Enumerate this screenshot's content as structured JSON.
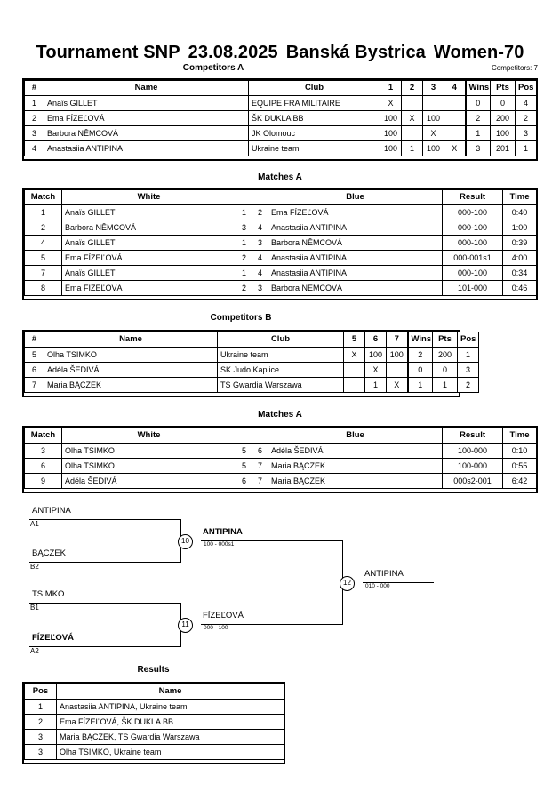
{
  "header": {
    "tournament": "Tournament SNP",
    "date": "23.08.2025",
    "city": "Banská Bystrica",
    "category": "Women-70",
    "competitors_label": "Competitors: 7"
  },
  "pool_a": {
    "title": "Competitors A",
    "columns": [
      "#",
      "Name",
      "Club",
      "1",
      "2",
      "3",
      "4",
      "Wins",
      "Pts",
      "Pos"
    ],
    "rows": [
      {
        "num": "1",
        "name": "Anaïs GILLET",
        "club": "EQUIPE FRA MILITAIRE",
        "m": [
          "X",
          "",
          "",
          ""
        ],
        "wins": "0",
        "pts": "0",
        "pos": "4"
      },
      {
        "num": "2",
        "name": "Ema FÍZEĽOVÁ",
        "club": "ŠK DUKLA BB",
        "m": [
          "100",
          "X",
          "100",
          ""
        ],
        "wins": "2",
        "pts": "200",
        "pos": "2"
      },
      {
        "num": "3",
        "name": "Barbora NĚMCOVÁ",
        "club": "JK Olomouc",
        "m": [
          "100",
          "",
          "X",
          ""
        ],
        "wins": "1",
        "pts": "100",
        "pos": "3"
      },
      {
        "num": "4",
        "name": "Anastasiia ANTIPINA",
        "club": "Ukraine team",
        "m": [
          "100",
          "1",
          "100",
          "X"
        ],
        "wins": "3",
        "pts": "201",
        "pos": "1"
      }
    ]
  },
  "matches_a": {
    "title": "Matches A",
    "columns": [
      "Match",
      "White",
      "",
      "",
      "Blue",
      "Result",
      "Time"
    ],
    "rows": [
      {
        "match": "1",
        "white": "Anaïs GILLET",
        "white_bold": false,
        "wnum": "1",
        "bnum": "2",
        "blue": "Ema FÍZEĽOVÁ",
        "blue_bold": true,
        "result": "000-100",
        "time": "0:40"
      },
      {
        "match": "2",
        "white": "Barbora NĚMCOVÁ",
        "white_bold": false,
        "wnum": "3",
        "bnum": "4",
        "blue": "Anastasiia ANTIPINA",
        "blue_bold": true,
        "result": "000-100",
        "time": "1:00"
      },
      {
        "match": "4",
        "white": "Anaïs GILLET",
        "white_bold": false,
        "wnum": "1",
        "bnum": "3",
        "blue": "Barbora NĚMCOVÁ",
        "blue_bold": true,
        "result": "000-100",
        "time": "0:39"
      },
      {
        "match": "5",
        "white": "Ema FÍZEĽOVÁ",
        "white_bold": false,
        "wnum": "2",
        "bnum": "4",
        "blue": "Anastasiia ANTIPINA",
        "blue_bold": true,
        "result": "000-001s1",
        "time": "4:00"
      },
      {
        "match": "7",
        "white": "Anaïs GILLET",
        "white_bold": false,
        "wnum": "1",
        "bnum": "4",
        "blue": "Anastasiia ANTIPINA",
        "blue_bold": true,
        "result": "000-100",
        "time": "0:34"
      },
      {
        "match": "8",
        "white": "Ema FÍZEĽOVÁ",
        "white_bold": true,
        "wnum": "2",
        "bnum": "3",
        "blue": "Barbora NĚMCOVÁ",
        "blue_bold": false,
        "result": "101-000",
        "time": "0:46"
      }
    ]
  },
  "pool_b": {
    "title": "Competitors B",
    "columns": [
      "#",
      "Name",
      "Club",
      "5",
      "6",
      "7",
      "Wins",
      "Pts",
      "Pos"
    ],
    "rows": [
      {
        "num": "5",
        "name": "Olha TSIMKO",
        "club": "Ukraine team",
        "m": [
          "X",
          "100",
          "100"
        ],
        "wins": "2",
        "pts": "200",
        "pos": "1"
      },
      {
        "num": "6",
        "name": "Adéla ŠEDIVÁ",
        "club": "SK Judo Kaplice",
        "m": [
          "",
          "X",
          ""
        ],
        "wins": "0",
        "pts": "0",
        "pos": "3"
      },
      {
        "num": "7",
        "name": "Maria BĄCZEK",
        "club": "TS Gwardia Warszawa",
        "m": [
          "",
          "1",
          "X"
        ],
        "wins": "1",
        "pts": "1",
        "pos": "2"
      }
    ]
  },
  "matches_b": {
    "title": "Matches A",
    "columns": [
      "Match",
      "White",
      "",
      "",
      "Blue",
      "Result",
      "Time"
    ],
    "rows": [
      {
        "match": "3",
        "white": "Olha TSIMKO",
        "white_bold": true,
        "wnum": "5",
        "bnum": "6",
        "blue": "Adéla ŠEDIVÁ",
        "blue_bold": false,
        "result": "100-000",
        "time": "0:10"
      },
      {
        "match": "6",
        "white": "Olha TSIMKO",
        "white_bold": true,
        "wnum": "5",
        "bnum": "7",
        "blue": "Maria BĄCZEK",
        "blue_bold": false,
        "result": "100-000",
        "time": "0:55"
      },
      {
        "match": "9",
        "white": "Adéla ŠEDIVÁ",
        "white_bold": false,
        "wnum": "6",
        "bnum": "7",
        "blue": "Maria BĄCZEK",
        "blue_bold": true,
        "result": "000s2-001",
        "time": "6:42"
      }
    ]
  },
  "bracket": {
    "seeds": [
      {
        "name": "ANTIPINA",
        "code": "A1",
        "bold": true
      },
      {
        "name": "BĄCZEK",
        "code": "B2",
        "bold": false
      },
      {
        "name": "TSIMKO",
        "code": "B1",
        "bold": false
      },
      {
        "name": "FÍZEĽOVÁ",
        "code": "A2",
        "bold": true
      }
    ],
    "semifinals": [
      {
        "node": "10",
        "winner": "ANTIPINA",
        "score": "100 - 000s1"
      },
      {
        "node": "11",
        "winner": "FÍZEĽOVÁ",
        "score": "000 - 100"
      }
    ],
    "final": {
      "node": "12",
      "winner": "ANTIPINA",
      "score": "010 - 000"
    }
  },
  "results": {
    "title": "Results",
    "columns": [
      "Pos",
      "Name"
    ],
    "rows": [
      {
        "pos": "1",
        "name": "Anastasiia ANTIPINA, Ukraine team"
      },
      {
        "pos": "2",
        "name": "Ema FÍZEĽOVÁ, ŠK DUKLA BB"
      },
      {
        "pos": "3",
        "name": "Maria BĄCZEK, TS Gwardia Warszawa"
      },
      {
        "pos": "3",
        "name": "Olha TSIMKO, Ukraine team"
      }
    ]
  }
}
